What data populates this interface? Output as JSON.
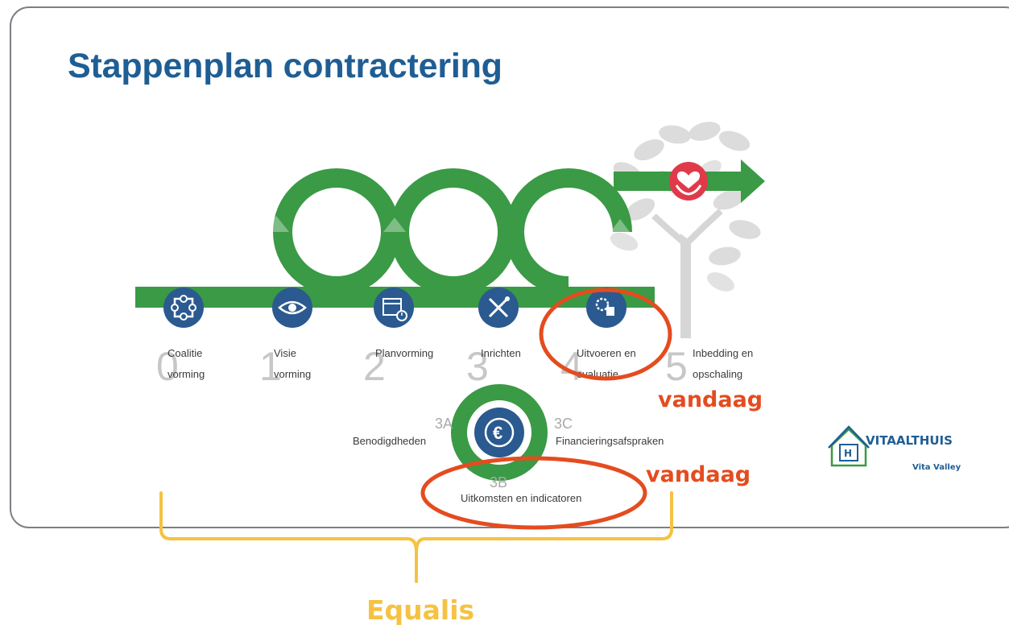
{
  "slide": {
    "title": "Stappenplan contractering"
  },
  "steps": [
    {
      "number": "0",
      "label_line1": "Coalitie",
      "label_line2": "vorming",
      "icon": "puzzle-icon"
    },
    {
      "number": "1",
      "label_line1": "Visie",
      "label_line2": "vorming",
      "icon": "eye-icon"
    },
    {
      "number": "2",
      "label_line1": "Planvorming",
      "label_line2": "",
      "icon": "calendar-clock-icon"
    },
    {
      "number": "3",
      "label_line1": "Inrichten",
      "label_line2": "",
      "icon": "tools-icon"
    },
    {
      "number": "4",
      "label_line1": "Uitvoeren en",
      "label_line2": "evaluatie",
      "icon": "gear-document-icon"
    },
    {
      "number": "5",
      "label_line1": "Inbedding en",
      "label_line2": "opschaling",
      "icon": "heart-hands-icon"
    }
  ],
  "substeps": {
    "a": {
      "number": "3A",
      "label": "Benodigdheden"
    },
    "b": {
      "number": "3B",
      "label": "Uitkomsten en indicatoren"
    },
    "c": {
      "number": "3C",
      "label": "Financieringsafspraken"
    },
    "icon": "euro-cycle-icon"
  },
  "annotations": {
    "today_label_1": "vandaag",
    "today_label_2": "vandaag",
    "bracket_label": "Equalis"
  },
  "logo": {
    "name": "VITAALTHUIS",
    "sub": "Vita Valley",
    "icon": "house-h-icon"
  },
  "colors": {
    "title_blue": "#1f5e94",
    "flow_green": "#3a9a45",
    "icon_blue": "#2a5a8f",
    "highlight_red": "#e44c1f",
    "bracket_yellow": "#f5c242",
    "tree_gray": "#d8d8d8",
    "heart_red": "#e03a4a"
  }
}
